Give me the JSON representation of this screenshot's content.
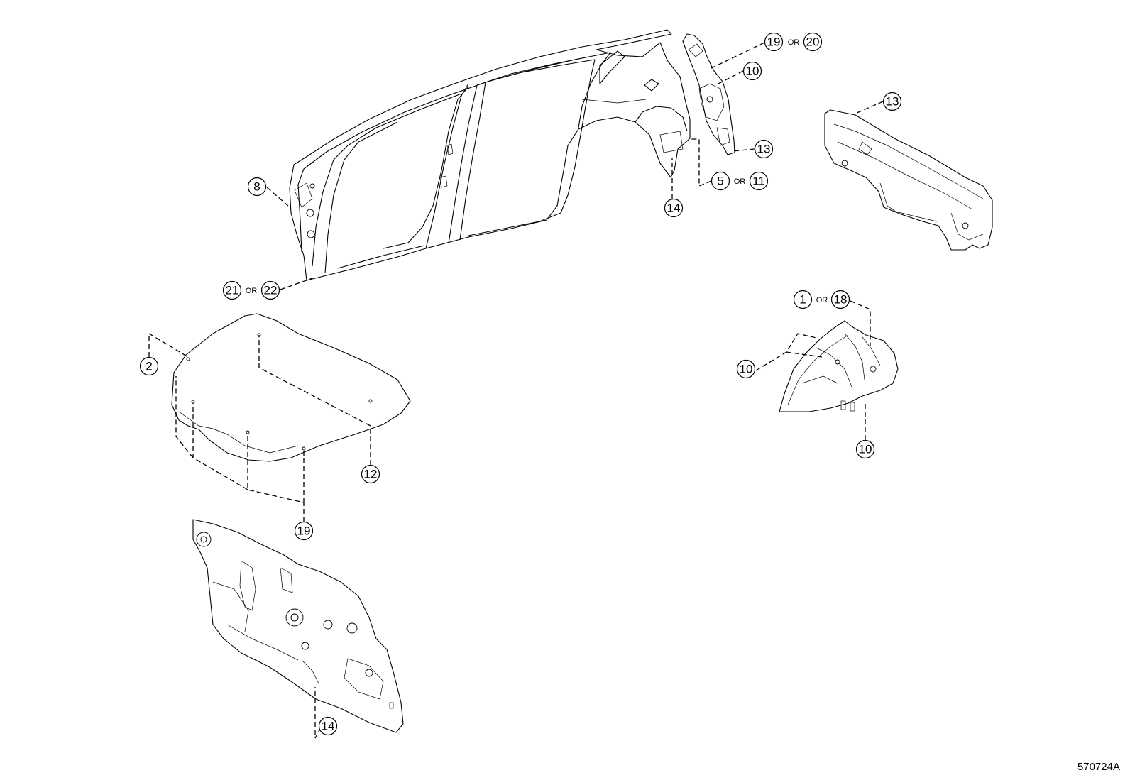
{
  "diagram_code": "570724A",
  "callouts": [
    {
      "id": "c-19-20",
      "parts": [
        "19",
        "20"
      ],
      "joiner": "OR"
    },
    {
      "id": "c-10-pillar",
      "parts": [
        "10"
      ],
      "joiner": ""
    },
    {
      "id": "c-13-pillar",
      "parts": [
        "13"
      ],
      "joiner": ""
    },
    {
      "id": "c-5-11",
      "parts": [
        "5",
        "11"
      ],
      "joiner": "OR"
    },
    {
      "id": "c-14-wheelhouse",
      "parts": [
        "14"
      ],
      "joiner": ""
    },
    {
      "id": "c-8-side",
      "parts": [
        "8"
      ],
      "joiner": ""
    },
    {
      "id": "c-21-22",
      "parts": [
        "21",
        "22"
      ],
      "joiner": "OR"
    },
    {
      "id": "c-13-rear-panel",
      "parts": [
        "13"
      ],
      "joiner": ""
    },
    {
      "id": "c-1-18",
      "parts": [
        "1",
        "18"
      ],
      "joiner": "OR"
    },
    {
      "id": "c-10-apron-left",
      "parts": [
        "10"
      ],
      "joiner": ""
    },
    {
      "id": "c-10-apron-bottom",
      "parts": [
        "10"
      ],
      "joiner": ""
    },
    {
      "id": "c-2-hood",
      "parts": [
        "2"
      ],
      "joiner": ""
    },
    {
      "id": "c-12-hood",
      "parts": [
        "12"
      ],
      "joiner": ""
    },
    {
      "id": "c-19-hood",
      "parts": [
        "19"
      ],
      "joiner": ""
    },
    {
      "id": "c-14-dash",
      "parts": [
        "14"
      ],
      "joiner": ""
    }
  ]
}
